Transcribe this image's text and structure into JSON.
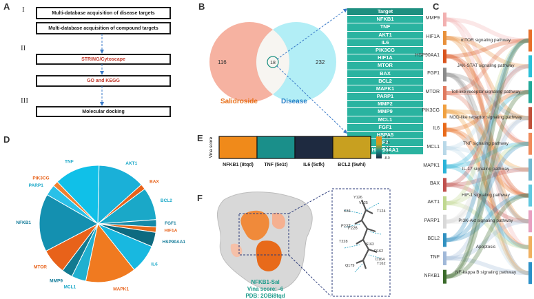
{
  "panels": {
    "A": "A",
    "B": "B",
    "C": "C",
    "D": "D",
    "E": "E",
    "F": "F"
  },
  "panel_a": {
    "romans": [
      "I",
      "II",
      "III"
    ],
    "boxes": [
      "Multi-database acquisition of disease targets",
      "Multi-database acquisition of compound targets",
      "STRING/Cytoscape",
      "GO and KEGG",
      "Molecular docking"
    ]
  },
  "panel_b": {
    "left_count": "116",
    "overlap_count": "18",
    "right_count": "232",
    "left_label": "Salidroside",
    "right_label": "Disease",
    "left_color": "#f5a590",
    "right_color": "#7fe3f0",
    "table_header": "Target",
    "targets": [
      "NFKB1",
      "TNF",
      "AKT1",
      "IL6",
      "PIK3CG",
      "HIF1A",
      "MTOR",
      "BAX",
      "BCL2",
      "MAPK1",
      "PARP1",
      "MMP2",
      "MMP9",
      "MCL1",
      "FGF1",
      "HSPA5",
      "F2",
      "HSP90AA1"
    ]
  },
  "panel_c": {
    "genes": [
      "MMP9",
      "HIF1A",
      "HSP90AA1",
      "FGF1",
      "MTOR",
      "PIK3CG",
      "IL6",
      "MCL1",
      "MAPK1",
      "BAX",
      "AKT1",
      "PARP1",
      "BCL2",
      "TNF",
      "NFKB1"
    ],
    "gene_colors": [
      "#f2b0b0",
      "#e8903a",
      "#d9541e",
      "#8a8a8a",
      "#e07a5f",
      "#f0a040",
      "#e86a1a",
      "#b8d8e8",
      "#2ab3d8",
      "#c0504d",
      "#c0d890",
      "#d8d8d8",
      "#3090c0",
      "#a0b8d8",
      "#3a6a2a"
    ],
    "pathways": [
      "mTOR signaling pathway",
      "JAK-STAT signaling pathway",
      "Toll-like receptor signaling pathway",
      "NOD-like receptor signaling pathway",
      "TNF signaling pathway",
      "IL-17 signaling pathway",
      "HIF-1 signaling pathway",
      "PI3K-Akt signaling pathway",
      "Apoptosis",
      "NF-kappa B signaling pathway"
    ],
    "pathway_colors": [
      "#e8702a",
      "#29c0d8",
      "#20a898",
      "#c0503a",
      "#f08a5a",
      "#70b8d0",
      "#60c8e0",
      "#e8a0c0",
      "#f0b060",
      "#2a90c8"
    ]
  },
  "panel_d": {
    "labels": [
      "AKT1",
      "BAX",
      "BCL2",
      "FGF1",
      "HIF1A",
      "HSP90AA1",
      "IL6",
      "MAPK1",
      "MCL1",
      "MMP9",
      "MTOR",
      "NFKB1",
      "PARP1",
      "PIK3CG",
      "TNF"
    ],
    "label_colors": [
      "#1aa8c8",
      "#e8621a",
      "#1aa8c8",
      "#147c9a",
      "#e8621a",
      "#147c9a",
      "#1aa8c8",
      "#e8621a",
      "#1aa8c8",
      "#147c9a",
      "#e8621a",
      "#147c9a",
      "#1aa8c8",
      "#e8621a",
      "#1aa8c8"
    ]
  },
  "panel_e": {
    "axis_label": "Vina score",
    "items": [
      "NFKB1 (8tqd)",
      "TNF (5e1t)",
      "IL6 (5sfk)",
      "BCL2 (5whi)"
    ],
    "colors": [
      "#f08a1a",
      "#1a8f8a",
      "#1e2a40",
      "#c8a020"
    ],
    "legend_ticks": [
      "-6.0",
      "-6.5",
      "-7.0",
      "-7.5",
      "-8.0"
    ]
  },
  "panel_f": {
    "caption_lines": [
      "NFKB1-Sal",
      "Vina score: -6",
      "PDB: 2OBi8tqd"
    ],
    "residues": [
      "Y126",
      "V125",
      "K84",
      "T124",
      "F227",
      "F226",
      "T228",
      "S163",
      "R162",
      "D164",
      "Q179",
      "T162"
    ]
  },
  "chart_data": [
    {
      "type": "pie",
      "categories": [
        "AKT1",
        "BAX",
        "BCL2",
        "FGF1",
        "HIF1A",
        "HSP90AA1",
        "IL6",
        "MAPK1",
        "MCL1",
        "MMP9",
        "MTOR",
        "NFKB1",
        "PARP1",
        "PIK3CG",
        "TNF"
      ],
      "values": [
        13,
        1.5,
        9,
        2,
        1.5,
        4,
        8,
        14,
        4,
        3,
        7,
        16,
        3,
        1.5,
        12.5
      ]
    },
    {
      "type": "heatmap",
      "categories": [
        "NFKB1 (8tqd)",
        "TNF (5e1t)",
        "IL6 (5sfk)",
        "BCL2 (5whi)"
      ],
      "values": [
        -6.0,
        -7.2,
        -8.0,
        -6.4
      ]
    }
  ]
}
